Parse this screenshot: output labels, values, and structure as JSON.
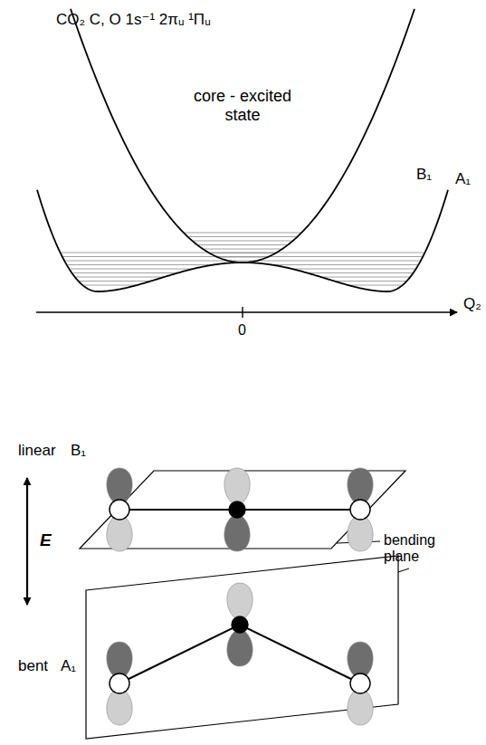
{
  "diagram": {
    "labels": [
      "CO₂ C, O 1s⁻¹ 2πᵤ ¹Πᵤ",
      "B₁",
      "core - excited state",
      "A₁",
      "Q₂",
      "0",
      "linear",
      "B₁",
      "E",
      "bending plane",
      "bent",
      "A₁"
    ]
  }
}
